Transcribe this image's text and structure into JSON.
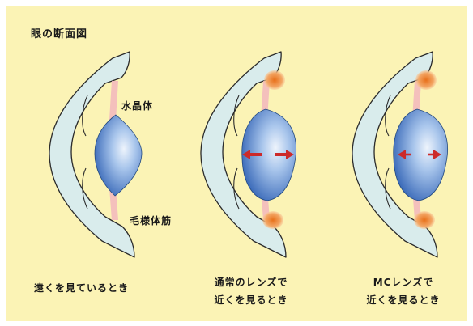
{
  "title": "眼の断面図",
  "labels": {
    "lens": "水晶体",
    "ciliary_muscle": "毛様体筋"
  },
  "panels": [
    {
      "caption_lines": [
        "遠くを見ているとき"
      ],
      "muscle_contracted": false,
      "arrows": "none"
    },
    {
      "caption_lines": [
        "通常のレンズで",
        "近くを見るとき"
      ],
      "muscle_contracted": true,
      "arrows": "long"
    },
    {
      "caption_lines": [
        "MCレンズで",
        "近くを見るとき"
      ],
      "muscle_contracted": true,
      "arrows": "short"
    }
  ],
  "colors": {
    "background": "#fbf3b5",
    "eye_wall": "#d9ecec",
    "outline": "#2b2b2b",
    "lens_light": "#d8e6f8",
    "lens_dark": "#2d5fb3",
    "zonule": "#f2b6bd",
    "muscle": "#e8701a",
    "arrow": "#cc2a2a"
  }
}
